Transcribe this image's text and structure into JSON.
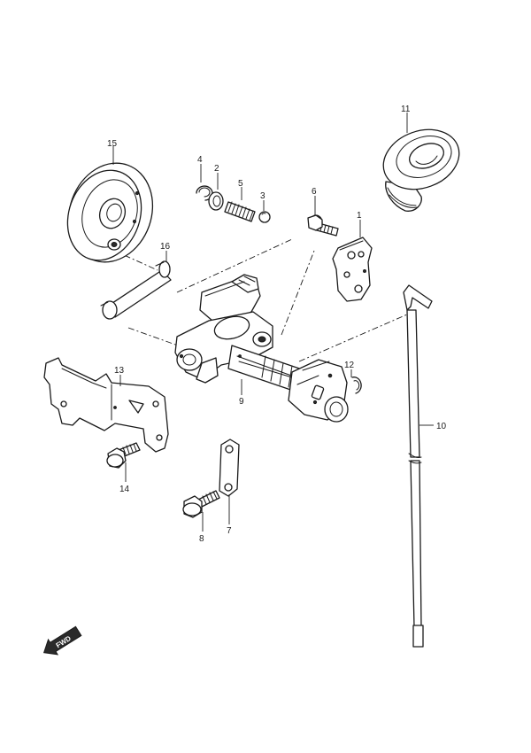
{
  "callouts": {
    "p1": "1",
    "p2": "2",
    "p3": "3",
    "p4": "4",
    "p5": "5",
    "p6": "6",
    "p7": "7",
    "p8": "8",
    "p9": "9",
    "p10": "10",
    "p11": "11",
    "p12": "12",
    "p13": "13",
    "p14": "14",
    "p15": "15",
    "p16": "16"
  },
  "fwd_label": "FWD",
  "icons": {
    "fwd": "fwd-arrow-icon"
  }
}
